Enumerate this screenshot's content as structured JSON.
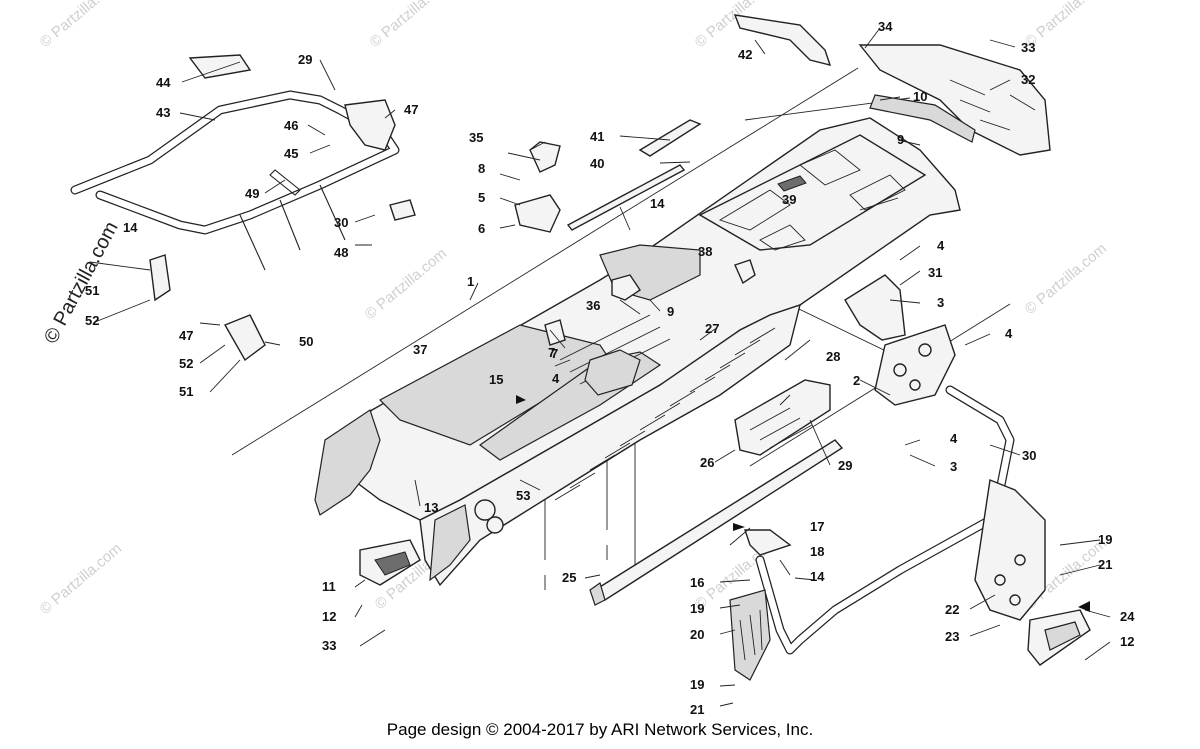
{
  "watermark": "© Partzilla.com",
  "footer": "Page design © 2004-2017 by ARI Network Services, Inc.",
  "callouts": [
    "1",
    "2",
    "3",
    "3",
    "4",
    "4",
    "4",
    "4",
    "5",
    "6",
    "7",
    "7",
    "8",
    "9",
    "9",
    "10",
    "11",
    "12",
    "12",
    "13",
    "14",
    "14",
    "14",
    "15",
    "16",
    "17",
    "18",
    "19",
    "19",
    "19",
    "20",
    "21",
    "21",
    "22",
    "23",
    "24",
    "25",
    "26",
    "27",
    "28",
    "29",
    "29",
    "30",
    "30",
    "31",
    "32",
    "33",
    "33",
    "34",
    "35",
    "36",
    "37",
    "38",
    "39",
    "40",
    "41",
    "42",
    "43",
    "44",
    "45",
    "46",
    "47",
    "47",
    "48",
    "49",
    "50",
    "51",
    "51",
    "52",
    "52",
    "53"
  ]
}
